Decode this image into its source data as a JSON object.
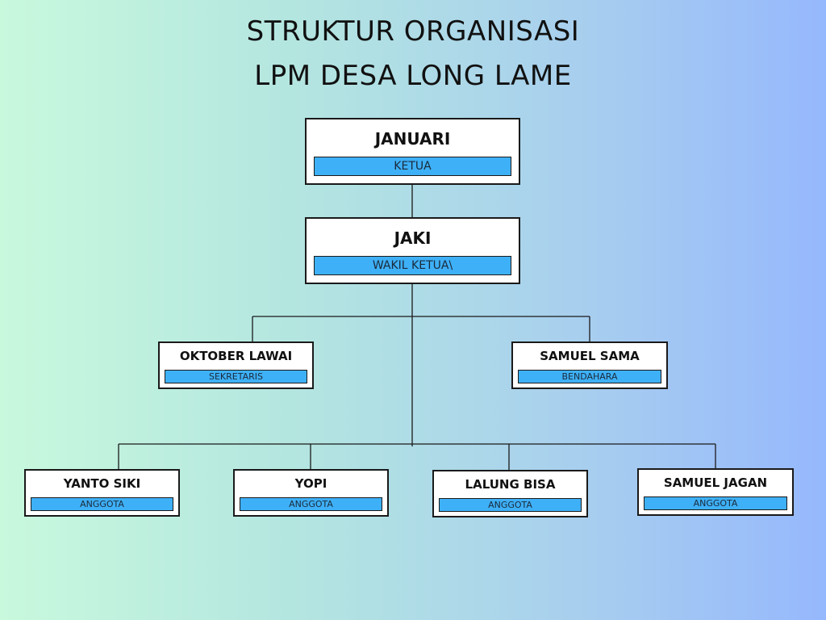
{
  "title": {
    "line1": "STRUKTUR ORGANISASI",
    "line2": "LPM DESA LONG LAME"
  },
  "ketua": {
    "name": "JANUARI",
    "role": "KETUA"
  },
  "wakil": {
    "name": "JAKI",
    "role": "WAKIL KETUA\\"
  },
  "sekretaris": {
    "name": "OKTOBER LAWAI",
    "role": "SEKRETARIS"
  },
  "bendahara": {
    "name": "SAMUEL SAMA",
    "role": "BENDAHARA"
  },
  "anggota": [
    {
      "name": "YANTO SIKI",
      "role": "ANGGOTA"
    },
    {
      "name": "YOPI",
      "role": "ANGGOTA"
    },
    {
      "name": "LALUNG BISA",
      "role": "ANGGOTA"
    },
    {
      "name": "SAMUEL JAGAN",
      "role": "ANGGOTA"
    }
  ],
  "colors": {
    "role_fill": "#3eb0f7",
    "border": "#1a1a1a",
    "bg_left": "#c8f9dd",
    "bg_right": "#96b8fd"
  }
}
